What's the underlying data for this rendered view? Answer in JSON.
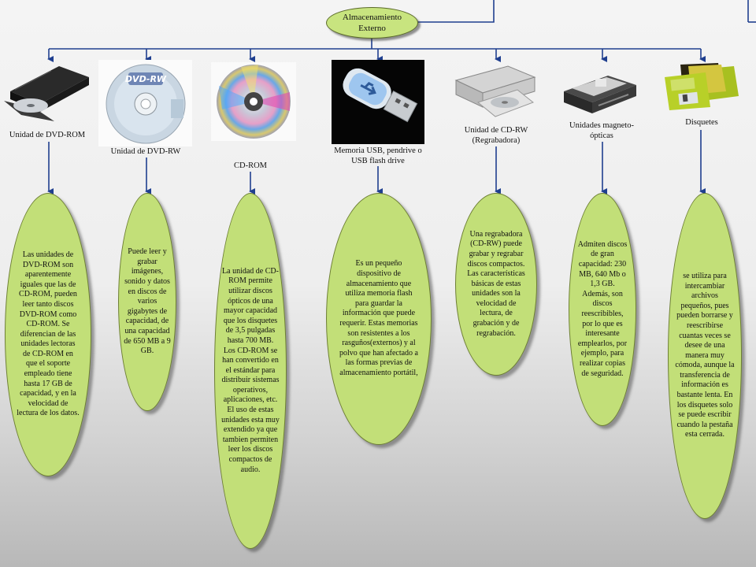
{
  "root": {
    "label_line1": "Almacenamiento",
    "label_line2": "Externo"
  },
  "devices": [
    {
      "name": "Unidad de DVD-ROM",
      "icon": "dvd-rom-drive",
      "description": "Las unidades de DVD-ROM son aparentemente iguales que las de CD-ROM, pueden leer tanto discos DVD-ROM como CD-ROM. Se diferencian de las unidades lectoras de CD-ROM en que el soporte empleado tiene hasta 17 GB de capacidad, y en la velocidad de lectura de los datos."
    },
    {
      "name": "Unidad de DVD-RW",
      "icon": "dvd-rw-disc",
      "disc_label": "DVD-RW",
      "description": "Puede leer y grabar imágenes, sonido y datos en discos de varios gigabytes de capacidad, de una capacidad de 650 MB a 9 GB."
    },
    {
      "name": "CD-ROM",
      "icon": "cd-rom-disc",
      "description": "La unidad de CD-ROM permite utilizar discos ópticos de una mayor capacidad que los disquetes de 3,5 pulgadas hasta 700 MB. Los CD-ROM se han convertido en el estándar para distribuir sistemas operativos, aplicaciones, etc. El uso de estas unidades esta muy extendido ya que tambien permiten leer los discos compactos de audio."
    },
    {
      "name": "Memoria USB, pendrive o USB flash drive",
      "icon": "usb-flash-drive",
      "description": "Es un pequeño dispositivo de almacenamiento que utiliza memoria flash para guardar la información que puede requerir. Estas memorias son resistentes a los rasguños(externos) y al polvo que han afectado a las formas previas de almacenamiento portátil,"
    },
    {
      "name": "Unidad de CD-RW (Regrabadora)",
      "icon": "cd-rw-drive",
      "description": "Una regrabadora (CD-RW) puede grabar y regrabar discos compactos. Las características básicas de estas unidades son la velocidad de lectura, de grabación y de regrabación."
    },
    {
      "name": "Unidades magneto-ópticas",
      "icon": "magneto-optical-drive",
      "description": "Admiten discos de gran capacidad: 230 MB, 640 Mb o 1,3 GB. Además, son discos reescribibles, por lo que es interesante emplearlos, por ejemplo, para realizar copias de seguridad."
    },
    {
      "name": "Disquetes",
      "icon": "floppy-disks",
      "description": "se utiliza para intercambiar archivos pequeños, pues pueden borrarse y reescribirse cuantas veces se desee de una manera muy cómoda, aunque la transferencia de información es bastante lenta.  En los disquetes solo se puede escribir cuando la pestaña esta cerrada."
    }
  ],
  "colors": {
    "oval_fill": "#c2df78",
    "connector": "#1f3f8f",
    "oval_border": "#6d7f34"
  }
}
